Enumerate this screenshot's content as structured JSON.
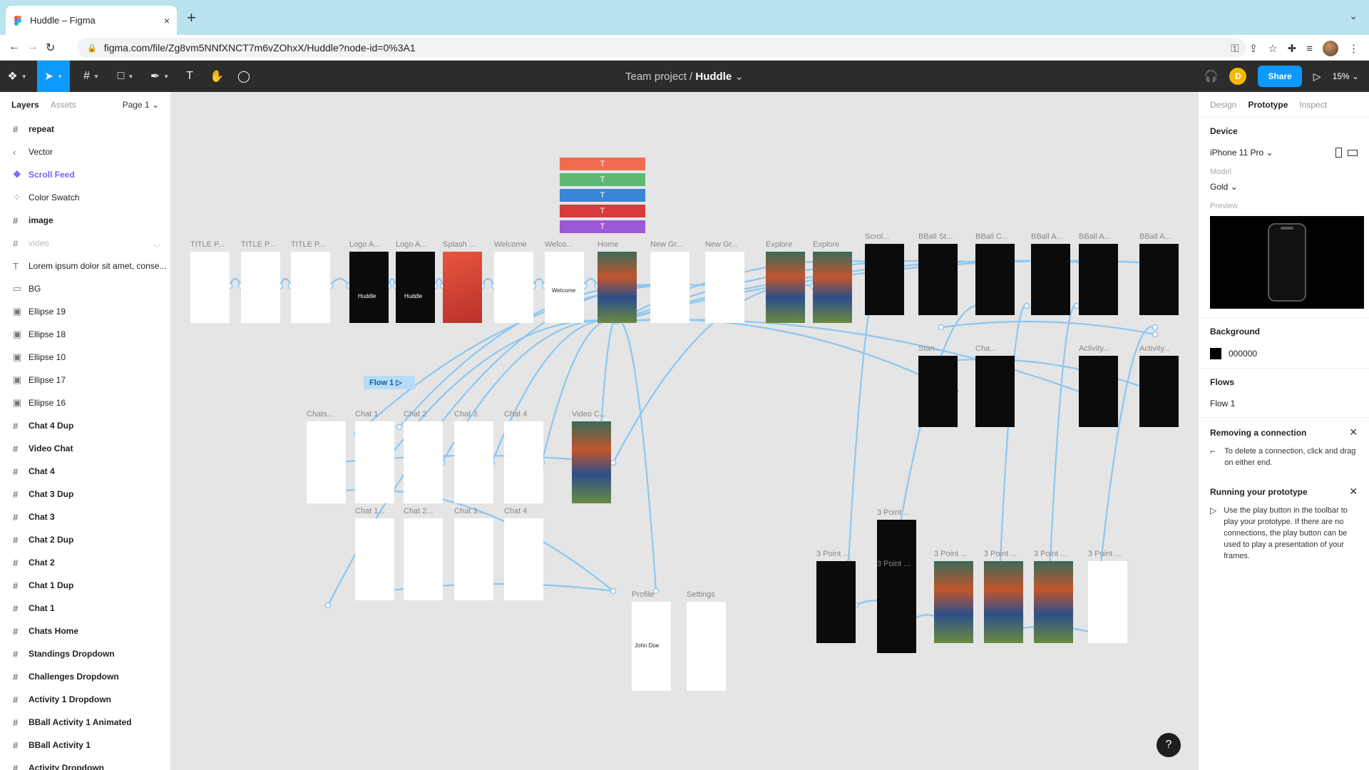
{
  "browser": {
    "tab_title": "Huddle – Figma",
    "new_tab": "+",
    "close": "×",
    "url": "figma.com/file/Zg8vm5NNfXNCT7m6vZOhxX/Huddle?node-id=0%3A1"
  },
  "toolbar": {
    "team": "Team project",
    "separator": "/",
    "file_name": "Huddle",
    "user_initial": "D",
    "share_label": "Share",
    "zoom": "15%"
  },
  "left_panel": {
    "tab_layers": "Layers",
    "tab_assets": "Assets",
    "page": "Page 1",
    "layers": [
      {
        "icon": "frame-icon",
        "label": "repeat",
        "style": "bold"
      },
      {
        "icon": "vector-icon",
        "label": "Vector",
        "style": ""
      },
      {
        "icon": "component-icon",
        "label": "Scroll Feed",
        "style": "comp"
      },
      {
        "icon": "group-icon",
        "label": "Color Swatch",
        "style": ""
      },
      {
        "icon": "frame-icon",
        "label": "image",
        "style": "bold"
      },
      {
        "icon": "frame-icon",
        "label": "video",
        "style": "dim"
      },
      {
        "icon": "text-icon",
        "label": "Lorem ipsum dolor sit amet, conse...",
        "style": ""
      },
      {
        "icon": "rectangle-icon",
        "label": "BG",
        "style": ""
      },
      {
        "icon": "image-icon",
        "label": "Ellipse 19",
        "style": ""
      },
      {
        "icon": "image-icon",
        "label": "Ellipse 18",
        "style": ""
      },
      {
        "icon": "image-icon",
        "label": "Ellipse 10",
        "style": ""
      },
      {
        "icon": "image-icon",
        "label": "Ellipse 17",
        "style": ""
      },
      {
        "icon": "image-icon",
        "label": "Ellipse 16",
        "style": ""
      },
      {
        "icon": "frame-icon",
        "label": "Chat 4 Dup",
        "style": "bold"
      },
      {
        "icon": "frame-icon",
        "label": "Video Chat",
        "style": "bold"
      },
      {
        "icon": "frame-icon",
        "label": "Chat 4",
        "style": "bold"
      },
      {
        "icon": "frame-icon",
        "label": "Chat 3 Dup",
        "style": "bold"
      },
      {
        "icon": "frame-icon",
        "label": "Chat 3",
        "style": "bold"
      },
      {
        "icon": "frame-icon",
        "label": "Chat 2 Dup",
        "style": "bold"
      },
      {
        "icon": "frame-icon",
        "label": "Chat 2",
        "style": "bold"
      },
      {
        "icon": "frame-icon",
        "label": "Chat 1 Dup",
        "style": "bold"
      },
      {
        "icon": "frame-icon",
        "label": "Chat 1",
        "style": "bold"
      },
      {
        "icon": "frame-icon",
        "label": "Chats Home",
        "style": "bold"
      },
      {
        "icon": "frame-icon",
        "label": "Standings Dropdown",
        "style": "bold"
      },
      {
        "icon": "frame-icon",
        "label": "Challenges Dropdown",
        "style": "bold"
      },
      {
        "icon": "frame-icon",
        "label": "Activity 1 Dropdown",
        "style": "bold"
      },
      {
        "icon": "frame-icon",
        "label": "BBall Activity 1 Animated",
        "style": "bold"
      },
      {
        "icon": "frame-icon",
        "label": "BBall Activity 1",
        "style": "bold"
      },
      {
        "icon": "frame-icon",
        "label": "Activity Dropdown",
        "style": "bold"
      }
    ]
  },
  "right_panel": {
    "tab_design": "Design",
    "tab_prototype": "Prototype",
    "tab_inspect": "Inspect",
    "device_heading": "Device",
    "device_value": "iPhone 11 Pro",
    "model_label": "Model",
    "model_value": "Gold",
    "preview_label": "Preview",
    "background_heading": "Background",
    "background_value": "000000",
    "background_color": "#000000",
    "flows_heading": "Flows",
    "flow_item": "Flow 1",
    "removing_heading": "Removing a connection",
    "removing_text": "To delete a connection, click and drag on either end.",
    "running_heading": "Running your prototype",
    "running_text": "Use the play button in the toolbar to play your prototype. If there are no connections, the play button can be used to play a presentation of your frames."
  },
  "canvas": {
    "flow_tag": "Flow 1",
    "swatches": [
      {
        "label": "T",
        "color": "#f26b4f"
      },
      {
        "label": "T",
        "color": "#5fb872"
      },
      {
        "label": "T",
        "color": "#3a86d6"
      },
      {
        "label": "T",
        "color": "#d93a3a"
      },
      {
        "label": "T",
        "color": "#9b59d6"
      }
    ],
    "frames": [
      "TITLE P...",
      "TITLE P...",
      "TITLE P...",
      "Logo A...",
      "Logo A...",
      "Splash ...",
      "Welcome",
      "Welco...",
      "Home",
      "New Gr...",
      "New Gr...",
      "Explore",
      "Explore",
      "Scrol...",
      "BBall St...",
      "BBall C...",
      "BBall A...",
      "BBall A...",
      "BBall A...",
      "Chats...",
      "Chat 1",
      "Chat 2",
      "Chat 3",
      "Chat 4",
      "Video C...",
      "Chat 1...",
      "Chat 2...",
      "Chat 3...",
      "Chat 4",
      "Profile",
      "Settings",
      "3 Point ...",
      "3 Point ...",
      "3 Point ...",
      "3 Point ...",
      "3 Point ...",
      "3 Point ...",
      "3 Point ...",
      "Activity...",
      "Activity...",
      "Stan...",
      "Cha..."
    ],
    "logo_text": "Huddle",
    "welcome_text": "Welcome",
    "profile_name": "John Doe",
    "help": "?"
  },
  "colors": {
    "accent": "#0d99ff",
    "connector": "#8cc7f2",
    "toolbar_bg": "#2c2c2c"
  }
}
